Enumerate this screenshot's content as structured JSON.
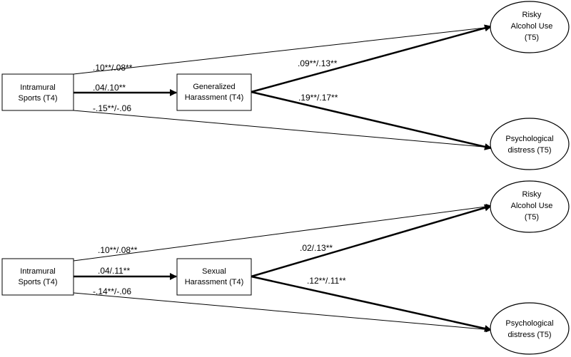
{
  "panels": [
    {
      "predictor": [
        "Intramural",
        "Sports (T4)"
      ],
      "mediator": [
        "Generalized",
        "Harassment (T4)"
      ],
      "outcome_alcohol": [
        "Risky",
        "Alcohol Use",
        "(T5)"
      ],
      "outcome_distress": [
        "Psychological",
        "distress (T5)"
      ],
      "paths": {
        "predictor_to_alcohol": ".10**/.08**",
        "predictor_to_mediator": ".04/.10**",
        "predictor_to_distress": "-.15**/-.06",
        "mediator_to_alcohol": ".09**/.13**",
        "mediator_to_distress": ".19**/.17**"
      }
    },
    {
      "predictor": [
        "Intramural",
        "Sports (T4)"
      ],
      "mediator": [
        "Sexual",
        "Harassment (T4)"
      ],
      "outcome_alcohol": [
        "Risky",
        "Alcohol Use",
        "(T5)"
      ],
      "outcome_distress": [
        "Psychological",
        "distress (T5)"
      ],
      "paths": {
        "predictor_to_alcohol": ".10**/.08**",
        "predictor_to_mediator": ".04/.11**",
        "predictor_to_distress": "-.14**/-.06",
        "mediator_to_alcohol": ".02/.13**",
        "mediator_to_distress": ".12**/.11**"
      }
    }
  ]
}
